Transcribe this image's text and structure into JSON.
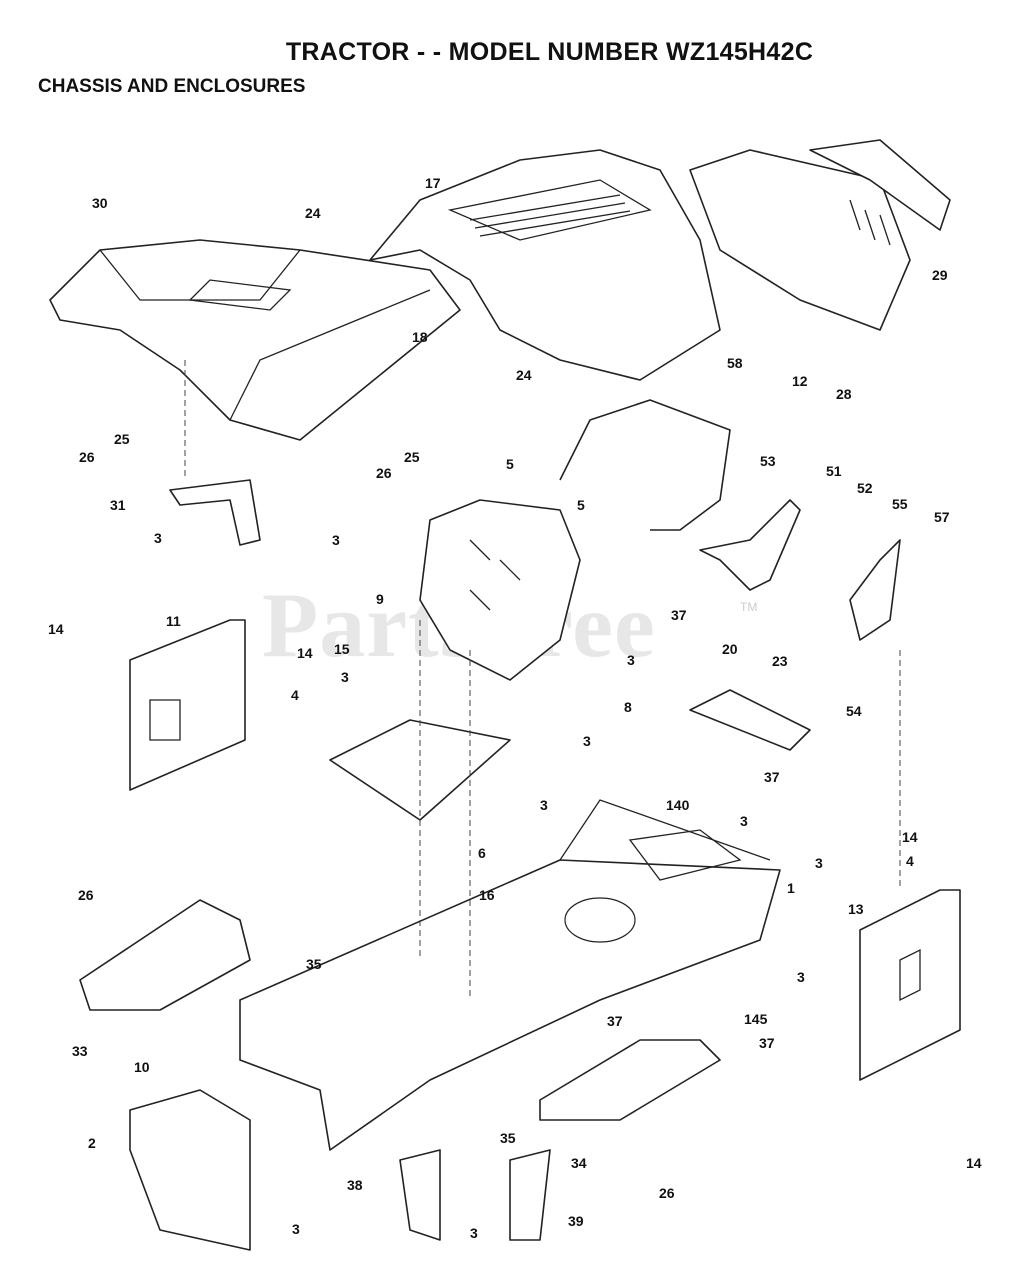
{
  "header": {
    "title": "TRACTOR - - MODEL NUMBER WZ145H42C",
    "section": "CHASSIS AND ENCLOSURES"
  },
  "watermark": {
    "text": "PartsTree",
    "tm": "TM"
  },
  "callouts": [
    "30",
    "24",
    "17",
    "29",
    "18",
    "12",
    "28",
    "24",
    "25",
    "26",
    "58",
    "25",
    "26",
    "5",
    "5",
    "31",
    "3",
    "53",
    "51",
    "52",
    "55",
    "57",
    "3",
    "9",
    "14",
    "11",
    "15",
    "14",
    "4",
    "3",
    "37",
    "20",
    "23",
    "54",
    "3",
    "8",
    "3",
    "37",
    "6",
    "3",
    "140",
    "3",
    "14",
    "3",
    "4",
    "1",
    "26",
    "16",
    "13",
    "35",
    "3",
    "33",
    "10",
    "37",
    "145",
    "37",
    "2",
    "35",
    "14",
    "34",
    "26",
    "38",
    "3",
    "39",
    "3"
  ]
}
